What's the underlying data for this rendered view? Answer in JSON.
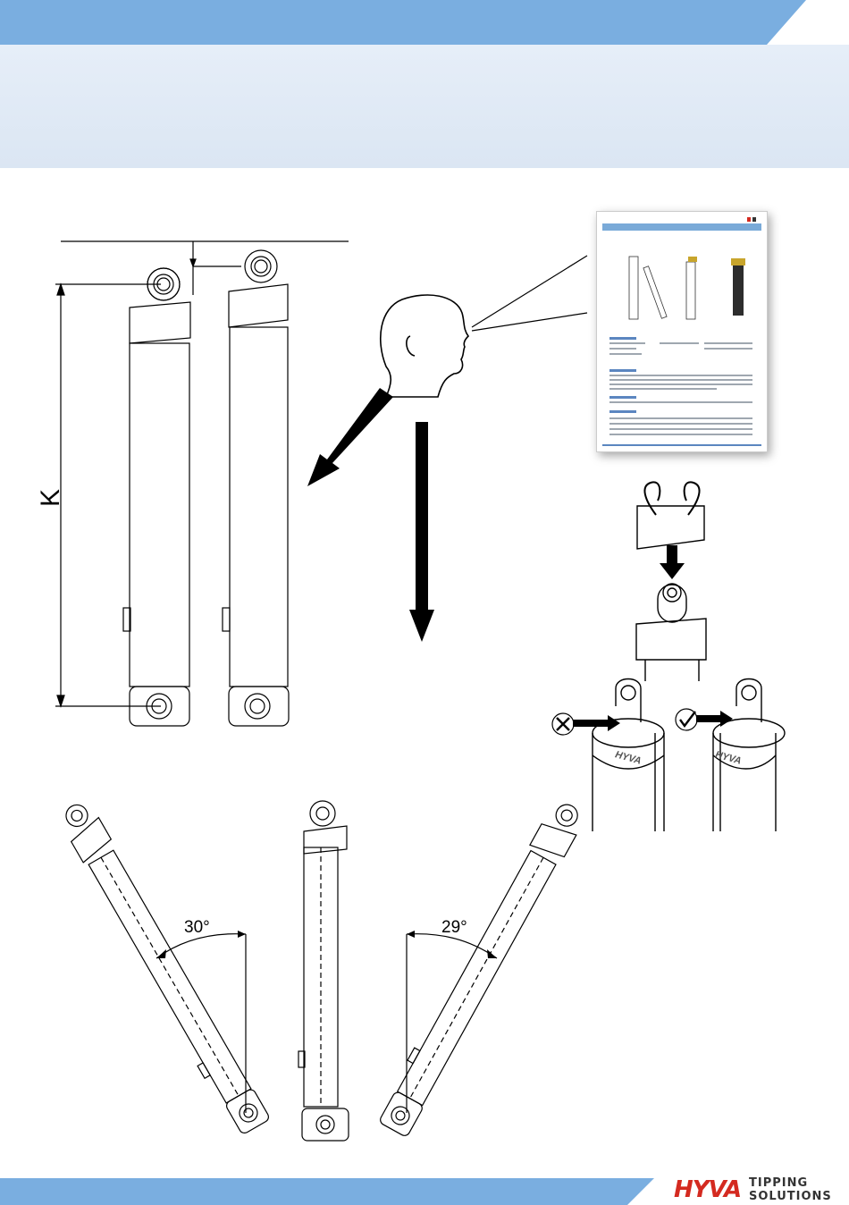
{
  "figure": {
    "dimension_label": "K",
    "angle_left": "30°",
    "angle_right": "29°"
  },
  "cylinder_brand": "HYVA",
  "logo": {
    "mark": "HYVA",
    "line1": "TIPPING",
    "line2": "SOLUTIONS"
  },
  "colors": {
    "band_blue": "#7aaee0",
    "header_bg": "#e3ecf7",
    "logo_red": "#d42a20"
  },
  "icons": {
    "correct": "check-icon",
    "incorrect": "cross-icon"
  }
}
